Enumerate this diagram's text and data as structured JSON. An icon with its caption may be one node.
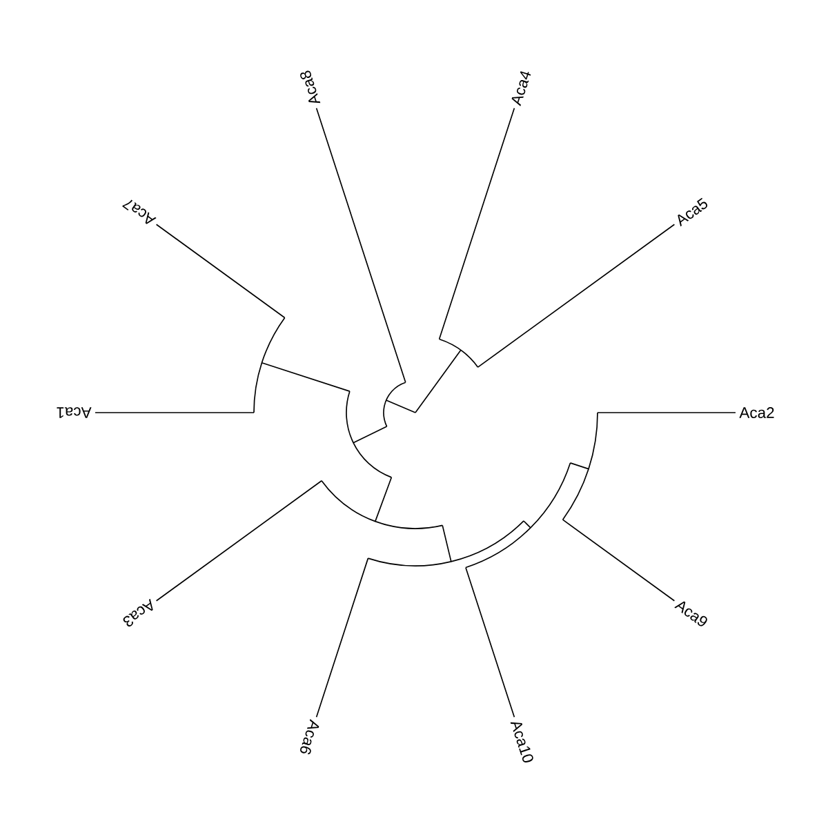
{
  "diagram": {
    "labels": [
      "Aca8",
      "Aca4",
      "Aca7",
      "Aca5",
      "Aca1",
      "Aca2",
      "Aca3",
      "Aca9",
      "Aca6",
      "Aca10"
    ]
  }
}
